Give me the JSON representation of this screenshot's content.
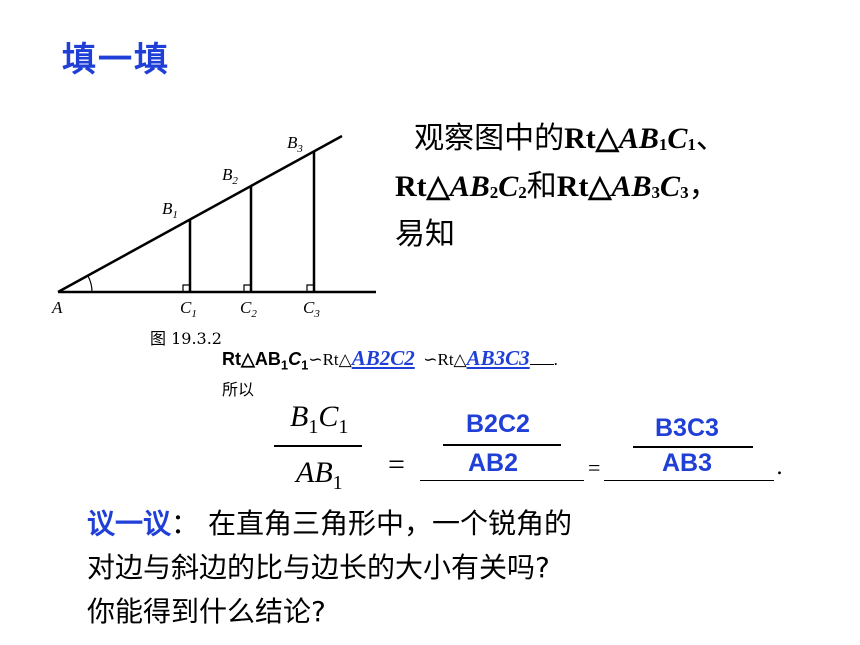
{
  "title": "填一填",
  "intro": {
    "p1": "观察图中的",
    "rt1a": "Rt△",
    "rt1b": "AB",
    "rt1c": "1",
    "rt1d": "C",
    "rt1e": "1",
    "sep1": "、",
    "rt2a": "Rt△",
    "rt2b": "AB",
    "rt2c": "2",
    "rt2d": "C",
    "rt2e": "2",
    "he": "和",
    "rt3a": "Rt△",
    "rt3b": "AB",
    "rt3c": "3",
    "rt3d": "C",
    "rt3e": "3",
    "comma": "，",
    "yizhi": "易知"
  },
  "figure": {
    "caption": "图 19.3.2",
    "label_A": "A",
    "label_B1": "B",
    "label_B1s": "1",
    "label_B2": "B",
    "label_B2s": "2",
    "label_B3": "B",
    "label_B3s": "3",
    "label_C1": "C",
    "label_C1s": "1",
    "label_C2": "C",
    "label_C2s": "2",
    "label_C3": "C",
    "label_C3s": "3"
  },
  "similar": {
    "first": "Rt△AB",
    "first_sub": "1",
    "first_c": "C",
    "first_c_sub": "1",
    "sym": "∽",
    "second_prefix": "Rt△",
    "answer2": "AB2C2",
    "third_prefix": "Rt△",
    "answer3": "AB3C3",
    "end": "."
  },
  "suoyi": "所以",
  "fraction": {
    "num": "B",
    "num_sub1": "1",
    "num_c": "C",
    "num_sub2": "1",
    "den": "AB",
    "den_sub": "1",
    "eq": "=",
    "ans2_num": "B2C2",
    "ans2_den": "AB2",
    "ans3_num": "B3C3",
    "ans3_den": "AB3",
    "end": "."
  },
  "discuss": {
    "label": "议一议",
    "colon": "：",
    "line1": "在直角三角形中，一个锐角的",
    "line2": "对边与斜边的比与边长的大小有关吗?",
    "line3": "你能得到什么结论?"
  },
  "colors": {
    "accent": "#1f3fd6",
    "text": "#000000"
  }
}
